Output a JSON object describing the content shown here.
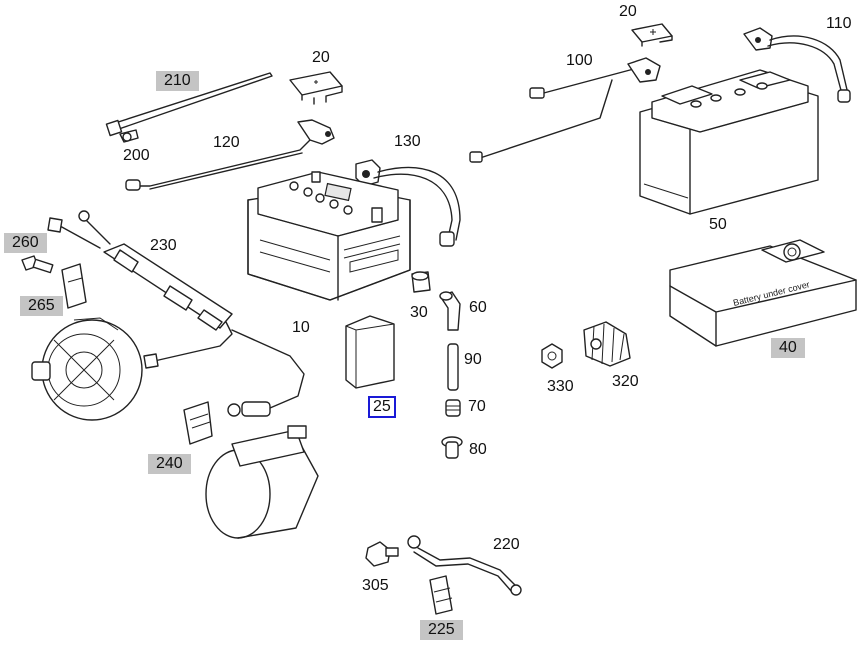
{
  "labels": {
    "p10": "10",
    "p20a": "20",
    "p20b": "20",
    "p25": "25",
    "p30": "30",
    "p40": "40",
    "p50": "50",
    "p60": "60",
    "p70": "70",
    "p80": "80",
    "p90": "90",
    "p100": "100",
    "p110": "110",
    "p120": "120",
    "p130": "130",
    "p200": "200",
    "p210": "210",
    "p220": "220",
    "p225": "225",
    "p230": "230",
    "p240": "240",
    "p260": "260",
    "p265": "265",
    "p305": "305",
    "p320": "320",
    "p330": "330"
  },
  "cover_text": "Battery under cover",
  "colors": {
    "label_box": "#c4c4c4",
    "selected_border": "#1a1ad6",
    "line": "#222222"
  }
}
